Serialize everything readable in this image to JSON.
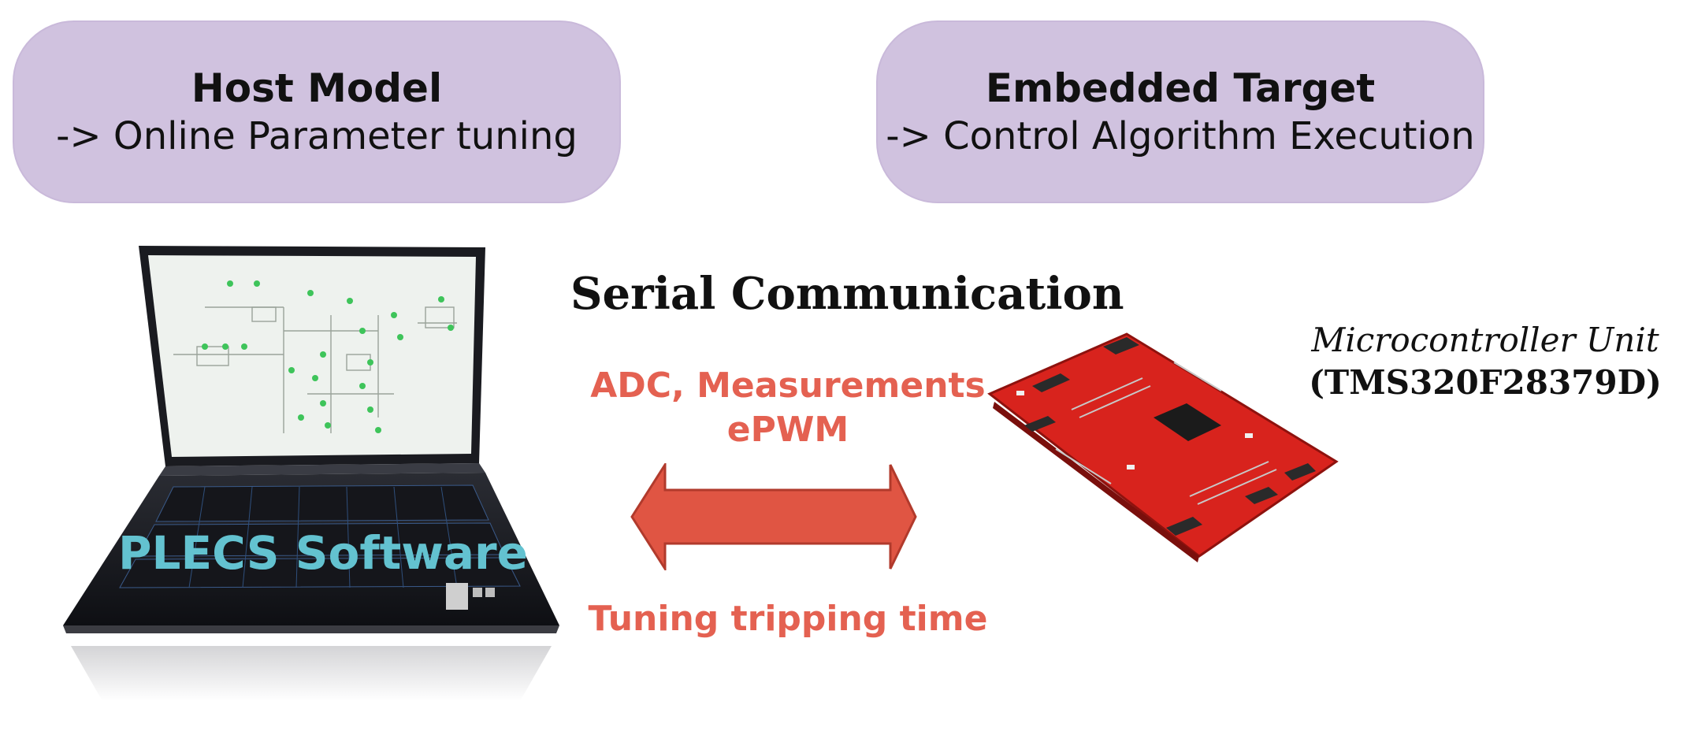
{
  "host": {
    "title": "Host Model",
    "subtitle": "-> Online Parameter tuning"
  },
  "target": {
    "title": "Embedded Target",
    "subtitle": "-> Control Algorithm Execution"
  },
  "link": {
    "title": "Serial Communication",
    "upper_line1": "ADC, Measurements",
    "upper_line2": "ePWM",
    "lower": "Tuning tripping time"
  },
  "laptop": {
    "label": "PLECS Software"
  },
  "mcu": {
    "line1": "Microcontroller Unit",
    "line2": "(TMS320F28379D)"
  },
  "colors": {
    "pill": "#d0c2df",
    "arrow": "#e05543",
    "accent_text": "#e46151",
    "software_text": "#63c2d0",
    "board": "#d8231d"
  },
  "icons": [
    "laptop-image",
    "microcontroller-board-image",
    "double-arrow-icon"
  ]
}
